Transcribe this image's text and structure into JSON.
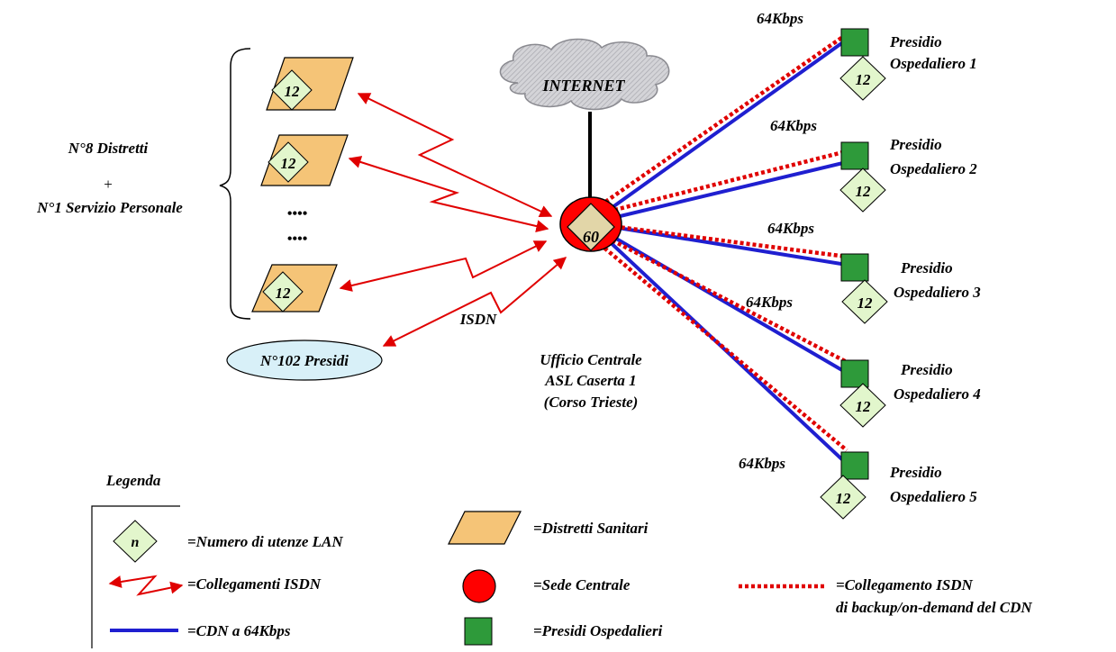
{
  "internet": {
    "label": "INTERNET"
  },
  "center": {
    "badge": "60",
    "title_lines": [
      "Ufficio Centrale",
      "ASL Caserta 1",
      "(Corso Trieste)"
    ]
  },
  "districts": {
    "brace_lines": [
      "N°8 Distretti",
      "+",
      "N°1 Servizio Personale"
    ],
    "badge": "12",
    "dots": [
      "••••",
      "••••"
    ]
  },
  "presidi_cloud": {
    "label": "N°102 Presidi"
  },
  "isdn_label": "ISDN",
  "hospitals": [
    {
      "line1": "Presidio",
      "line2": "Ospedaliero 1",
      "badge": "12",
      "speed": "64Kbps"
    },
    {
      "line1": "Presidio",
      "line2": "Ospedaliero 2",
      "badge": "12",
      "speed": "64Kbps"
    },
    {
      "line1": "Presidio",
      "line2": "Ospedaliero 3",
      "badge": "12",
      "speed": "64Kbps"
    },
    {
      "line1": "Presidio",
      "line2": "Ospedaliero 4",
      "badge": "12",
      "speed": "64Kbps"
    },
    {
      "line1": "Presidio",
      "line2": "Ospedaliero 5",
      "badge": "12",
      "speed": "64Kbps"
    }
  ],
  "legend": {
    "title": "Legenda",
    "n_badge": "n",
    "lan_users": "=Numero di utenze LAN",
    "isdn_links": "=Collegamenti ISDN",
    "cdn": "=CDN a 64Kbps",
    "districts": "=Distretti Sanitari",
    "central": "=Sede Centrale",
    "hospitals": "=Presidi Ospedalieri",
    "backup_line1": "=Collegamento ISDN",
    "backup_line2": "di backup/on-demand del CDN"
  },
  "colors": {
    "blue_line": "#1f1fd0",
    "red_dotted": "#e00000",
    "isdn_arrow": "#e00000",
    "diamond_fill": "#e2f6cc",
    "district_fill": "#f5c477",
    "central_fill": "#ff0000",
    "hospital_fill": "#2e9a3a",
    "cloud_fill": "#c8c8cc",
    "presidi_fill": "#d8f0f8"
  }
}
